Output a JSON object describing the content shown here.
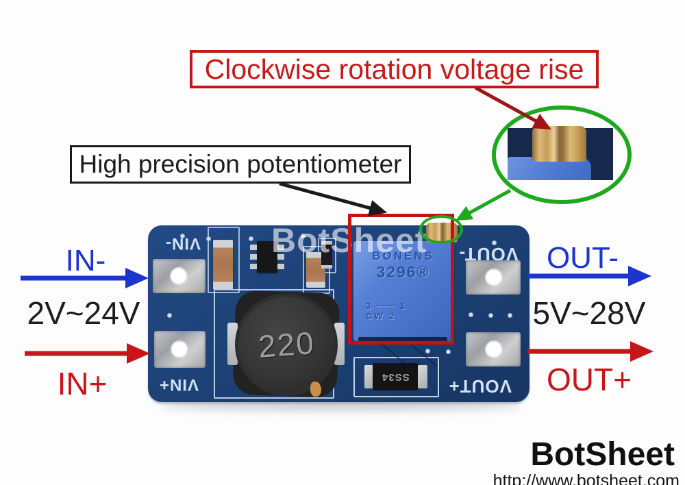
{
  "callouts": {
    "clockwise": "Clockwise rotation voltage rise",
    "potentiometer": "High precision potentiometer"
  },
  "io": {
    "in_minus": "IN-",
    "in_plus": "IN+",
    "out_minus": "OUT-",
    "out_plus": "OUT+",
    "input_range": "2V~24V",
    "output_range": "5V~28V"
  },
  "board": {
    "silk": {
      "vin_minus": "VIN-",
      "vin_plus": "VIN+",
      "vout_minus": "VOUT-",
      "vout_plus": "VOUT+"
    },
    "inductor_marking": "220",
    "diode_marking": "SS34",
    "potentiometer": {
      "brand": "BONENS",
      "model": "3296®",
      "pins_line": "3 ~~~ 1",
      "cw_line": "CW 2"
    }
  },
  "watermark": "BotSheet",
  "branding": {
    "name": "BotSheet",
    "url": "http://www.botsheet.com"
  },
  "colors": {
    "annotation_red": "#c21717",
    "callout_arrow_dark_red": "#9f1414",
    "annotation_green": "#1ea81e",
    "io_blue": "#1b35cd",
    "io_red": "#c8151a",
    "board_blue": "#1d4277",
    "potentiometer_blue": "#5580d5",
    "screw_brass": "#c79c58"
  }
}
